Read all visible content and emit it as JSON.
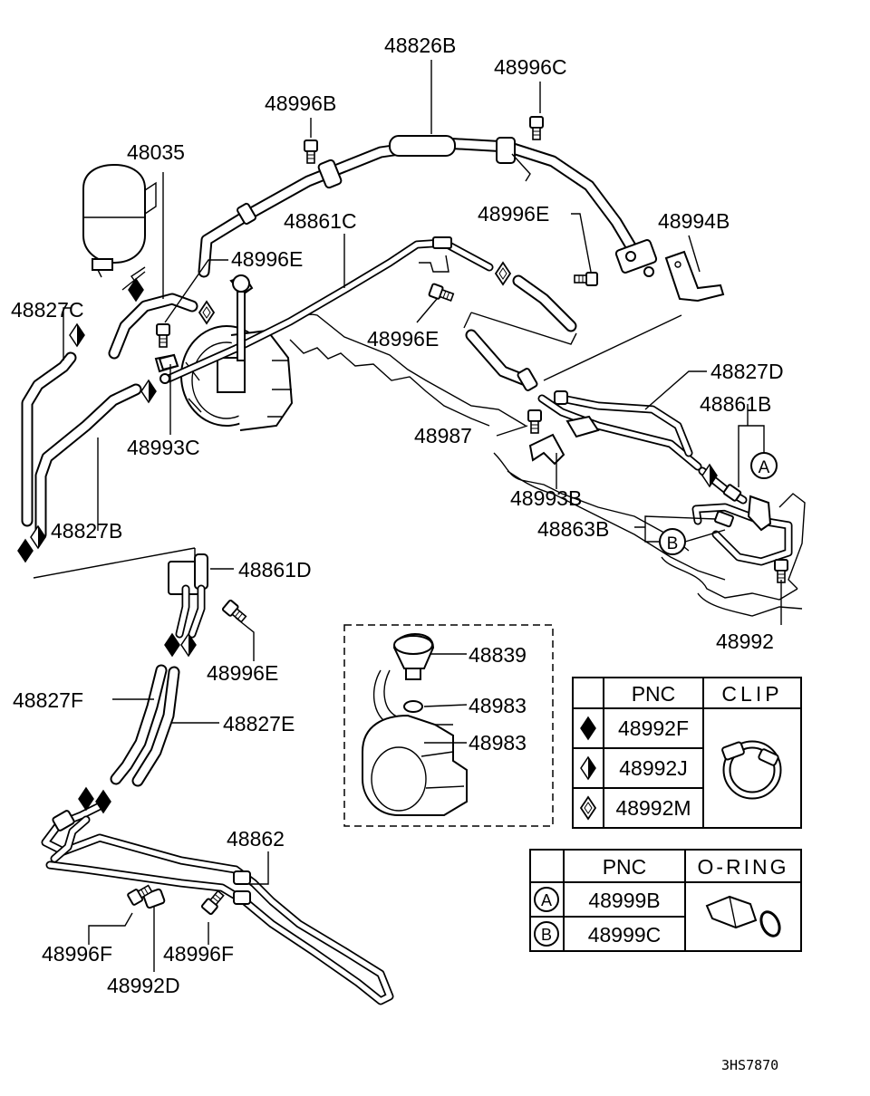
{
  "callouts": {
    "p48826B": "48826B",
    "p48996C": "48996C",
    "p48996B": "48996B",
    "p48035": "48035",
    "p48861C": "48861C",
    "p48996E_1": "48996E",
    "p48996E_2": "48996E",
    "p48994B": "48994B",
    "p48827C": "48827C",
    "p48996E_3": "48996E",
    "p48827D": "48827D",
    "p48861B": "48861B",
    "p48987": "48987",
    "p48993C": "48993C",
    "p48993B": "48993B",
    "p48863B": "48863B",
    "p48827B": "48827B",
    "p48861D": "48861D",
    "p48992": "48992",
    "p48996E_4": "48996E",
    "p48827F": "48827F",
    "p48827E": "48827E",
    "p48839": "48839",
    "p48983_1": "48983",
    "p48983_2": "48983",
    "p48862": "48862",
    "p48996F_1": "48996F",
    "p48996F_2": "48996F",
    "p48992D": "48992D"
  },
  "markers": {
    "a": "A",
    "b": "B"
  },
  "clip_table": {
    "header_pnc": "PNC",
    "header_part": "CLIP",
    "rows": [
      {
        "symbol": "diamond-filled",
        "pnc": "48992F"
      },
      {
        "symbol": "diamond-half",
        "pnc": "48992J"
      },
      {
        "symbol": "diamond-outline",
        "pnc": "48992M"
      }
    ]
  },
  "oring_table": {
    "header_pnc": "PNC",
    "header_part": "O-RING",
    "rows": [
      {
        "symbol": "A",
        "pnc": "48999B"
      },
      {
        "symbol": "B",
        "pnc": "48999C"
      }
    ]
  },
  "diagram_code": "3HS7870"
}
